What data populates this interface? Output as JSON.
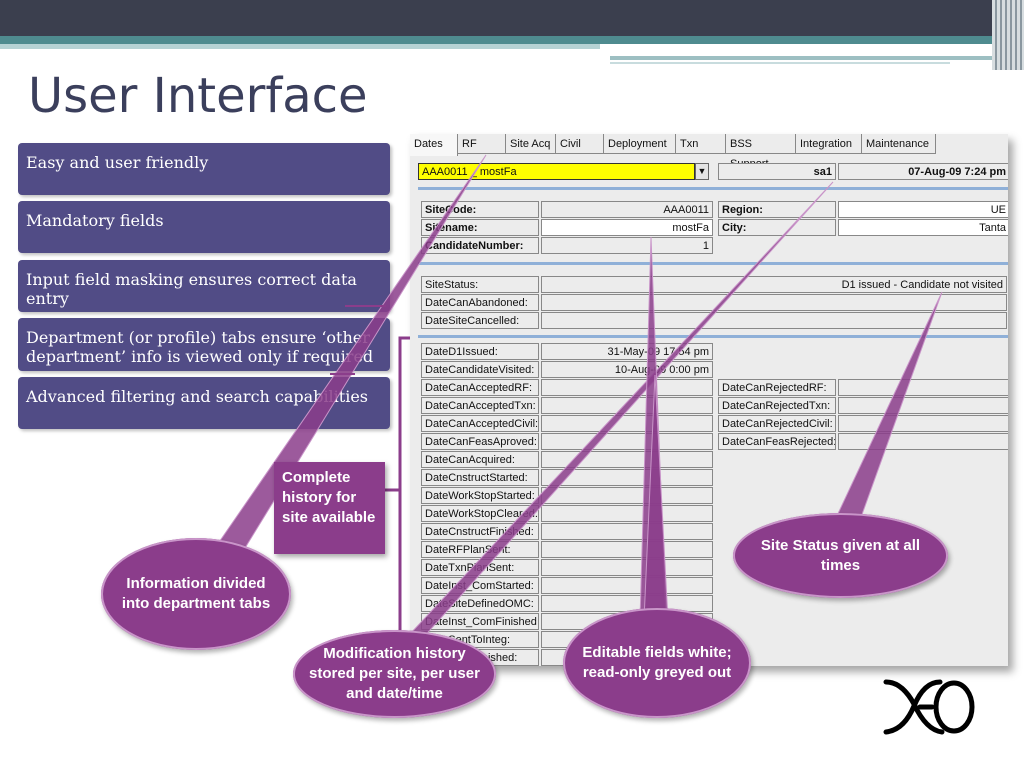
{
  "slide": {
    "title": "User Interface",
    "bullets": [
      "Easy and user friendly",
      "Mandatory fields",
      "Input field masking ensures correct data entry",
      "Department (or profile) tabs ensure ‘other department’ info is viewed only if required",
      "Advanced filtering and search capabilities"
    ]
  },
  "app": {
    "tabs": [
      "Dates",
      "RF",
      "Site Acq",
      "Civil",
      "Deployment",
      "Txn",
      "BSS Support",
      "Integration",
      "Maintenance"
    ],
    "combo_value": "AAA0011 _ mostFa",
    "user": "sa1",
    "datetime": "07-Aug-09 7:24 pm",
    "site_code_label": "SiteCode:",
    "site_code": "AAA0011",
    "site_name_label": "Sitename:",
    "site_name": "mostFa",
    "candidate_label": "CandidateNumber:",
    "candidate": "1",
    "region_label": "Region:",
    "region": "UE",
    "city_label": "City:",
    "city": "Tanta",
    "status_labels": [
      "SiteStatus:",
      "DateCanAbandoned:",
      "DateSiteCancelled:"
    ],
    "site_status": "D1 issued - Candidate not visited",
    "date_fields": [
      {
        "label": "DateD1Issued:",
        "value": "31-May-09 17:54 pm"
      },
      {
        "label": "DateCandidateVisited:",
        "value": "10-Aug-09 0:00 pm"
      },
      {
        "label": "DateCanAcceptedRF:",
        "value": ""
      },
      {
        "label": "DateCanAcceptedTxn:",
        "value": ""
      },
      {
        "label": "DateCanAcceptedCivil:",
        "value": ""
      },
      {
        "label": "DateCanFeasAproved:",
        "value": ""
      },
      {
        "label": "DateCanAcquired:",
        "value": ""
      },
      {
        "label": "DateCnstructStarted:",
        "value": ""
      },
      {
        "label": "DateWorkStopStarted:",
        "value": ""
      },
      {
        "label": "DateWorkStopCleared:",
        "value": ""
      },
      {
        "label": "DateCnstructFinished:",
        "value": ""
      },
      {
        "label": "DateRFPlanSent:",
        "value": ""
      },
      {
        "label": "DateTxnPlanSent:",
        "value": ""
      },
      {
        "label": "DateInst_ComStarted:",
        "value": ""
      },
      {
        "label": "DateSiteDefinedOMC:",
        "value": ""
      },
      {
        "label": "DateInst_ComFinished",
        "value": ""
      },
      {
        "label": "DateSentToInteg:",
        "value": ""
      },
      {
        "label": "DateIntegFinished:",
        "value": ""
      }
    ],
    "rejected_fields": [
      {
        "label": "DateCanRejectedRF:",
        "value": ""
      },
      {
        "label": "DateCanRejectedTxn:",
        "value": ""
      },
      {
        "label": "DateCanRejectedCivil:",
        "value": ""
      },
      {
        "label": "DateCanFeasRejected:",
        "value": ""
      }
    ]
  },
  "callouts": {
    "history": "Complete history for site available",
    "departments": "Information divided into department tabs",
    "modification": "Modification history stored per site, per user and date/time",
    "editable": "Editable fields white; read-only greyed out",
    "status": "Site Status given at all times"
  },
  "colors": {
    "callout": "#8b3d8b",
    "bullet_bg": "#514c86",
    "combo_highlight": "#ffff00",
    "title": "#3b3f5c"
  },
  "logo": "XO"
}
